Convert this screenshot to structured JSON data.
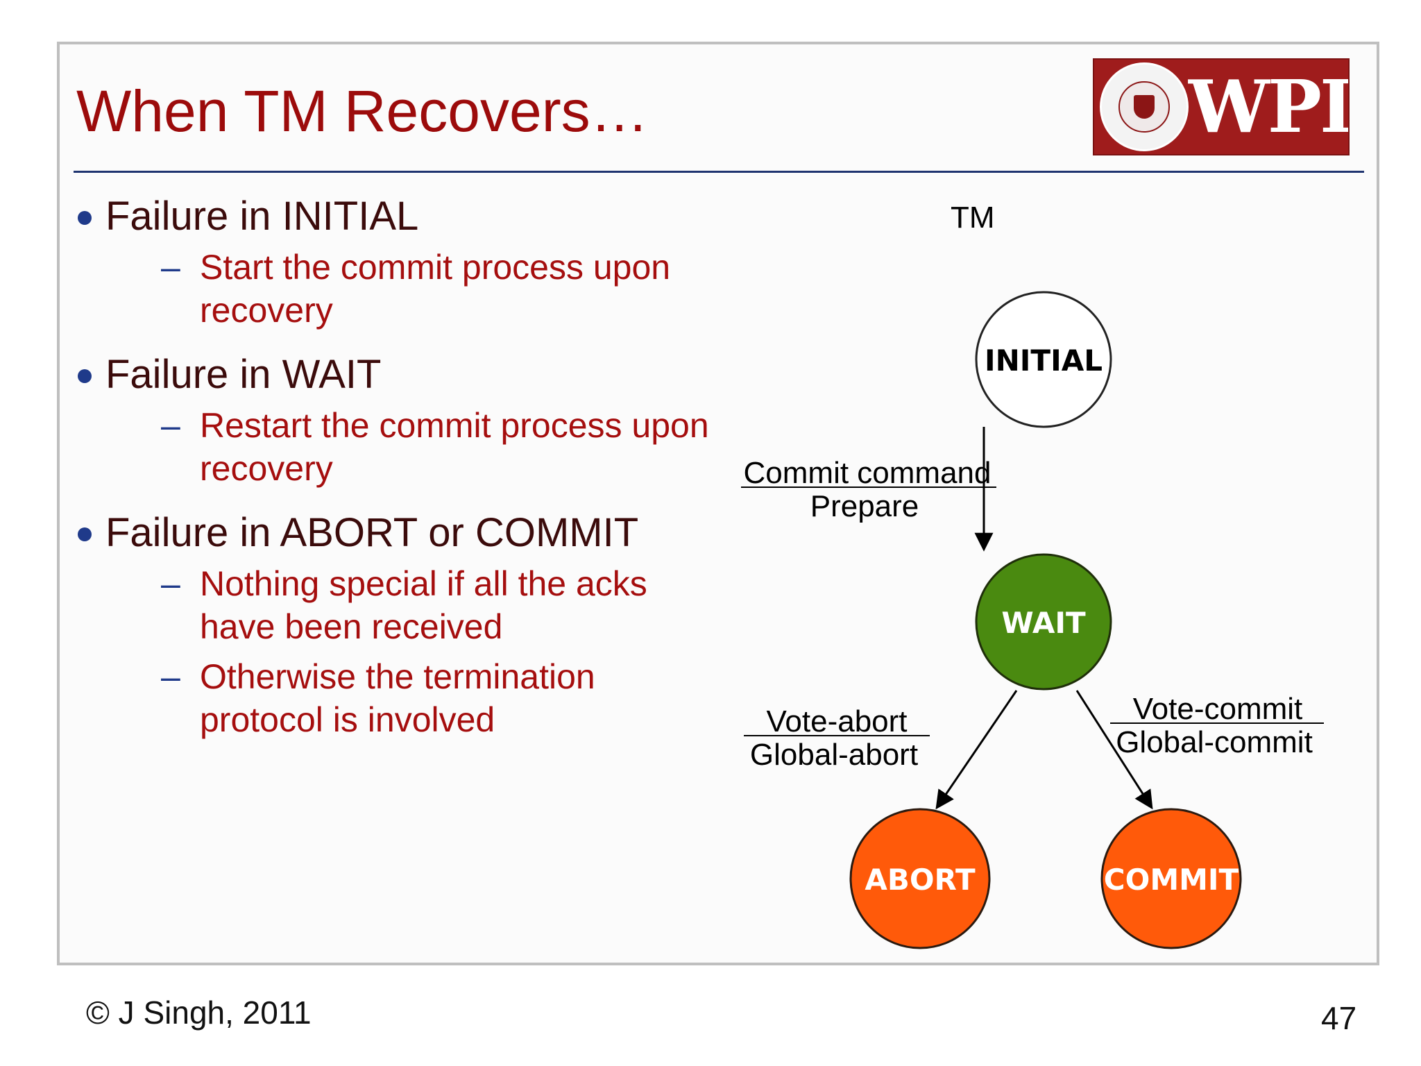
{
  "slide": {
    "title": "When TM Recovers…",
    "logo_text": "WPI",
    "bullets": [
      {
        "text": "Failure in INITIAL",
        "subs": [
          "Start the commit process upon recovery"
        ]
      },
      {
        "text": "Failure in WAIT",
        "subs": [
          "Restart the commit process upon recovery"
        ]
      },
      {
        "text": "Failure in ABORT or COMMIT",
        "subs": [
          "Nothing special if all the acks have been received",
          "Otherwise the termination protocol is involved"
        ]
      }
    ]
  },
  "diagram": {
    "label": "TM",
    "states": {
      "initial": "INITIAL",
      "wait": "WAIT",
      "abort": "ABORT",
      "commit": "COMMIT"
    },
    "transitions": {
      "initial_wait": {
        "top": "Commit command",
        "bottom": "Prepare"
      },
      "wait_abort": {
        "top": "Vote-abort",
        "bottom": "Global-abort"
      },
      "wait_commit": {
        "top": "Vote-commit",
        "bottom": "Global-commit"
      }
    },
    "colors": {
      "initial_fill": "#ffffff",
      "wait_fill": "#4a8a10",
      "abort_fill": "#ff5a0a",
      "commit_fill": "#ff5a0a"
    }
  },
  "footer": {
    "copyright": "© J Singh, 2011",
    "page_number": "47"
  }
}
